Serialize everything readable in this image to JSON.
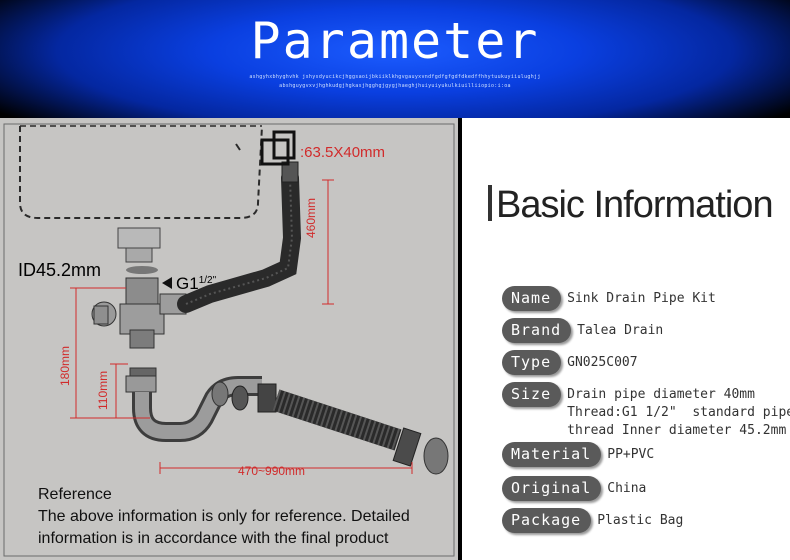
{
  "header": {
    "title": "Parameter",
    "noise_line_1": "ashgyhxbhyghvhk jshysdyucikcjhggsaoijbkiiklkhgvgauyxvndfgdfgfgdfdkedffhhytuukuyiiulughjj",
    "noise_line_2": "abshguygvxvjhghkudgjhgkasjhgghgjgygjhaeghjhuiyuiyukulkiuilliiopio:i:oa"
  },
  "diagram": {
    "dim_cutout": ":63.5X40mm",
    "dim_460": "460mm",
    "dim_180": "180mm",
    "dim_110": "110mm",
    "dim_470_990": "470~990mm",
    "inner_diameter": "ID45.2mm",
    "thread_prefix": "G1",
    "thread_fraction": "1/2\""
  },
  "reference": {
    "heading": "Reference",
    "text": "The above information is only for reference. Detailed information is in accordance with the final product"
  },
  "info": {
    "title": "Basic Information",
    "rows": [
      {
        "label": "Name",
        "value": "Sink Drain Pipe Kit"
      },
      {
        "label": "Brand",
        "value": "Talea Drain"
      },
      {
        "label": "Type",
        "value": "GN025C007"
      },
      {
        "label": "Size",
        "value": "Drain pipe diameter 40mm\nThread:G1 1/2\"  standard pipe\nthread Inner diameter 45.2mm"
      },
      {
        "label": "Material",
        "value": "PP+PVC"
      },
      {
        "label": "Original",
        "value": "China"
      },
      {
        "label": "Package",
        "value": "Plastic Bag"
      }
    ]
  },
  "colors": {
    "header_blue": "#0a3fe0",
    "dimension_red": "#d12b2b",
    "pill_gray": "#5a5a5a",
    "diagram_bg": "#c6c5c3"
  }
}
